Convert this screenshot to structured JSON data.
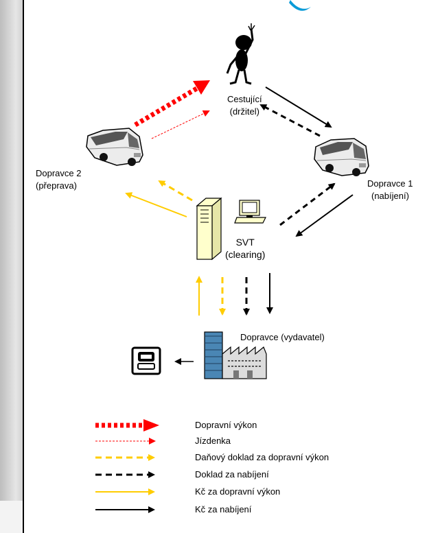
{
  "nodes": {
    "traveler": {
      "line1": "Cestující",
      "line2": "(držitel)"
    },
    "carrier2": {
      "line1": "Dopravce 2",
      "line2": "(přeprava)"
    },
    "carrier1": {
      "line1": "Dopravce 1",
      "line2": "(nabíjení)"
    },
    "svt": {
      "line1": "SVT",
      "line2": "(clearing)"
    },
    "issuer": {
      "label": "Dopravce (vydavatel)"
    }
  },
  "legend": [
    {
      "label": "Dopravní výkon",
      "color": "#ff0000",
      "style": "thick-dotted"
    },
    {
      "label": "Jízdenka",
      "color": "#ff0000",
      "style": "thin-dashed"
    },
    {
      "label": "Daňový doklad za dopravní výkon",
      "color": "#ffcc00",
      "style": "dashed"
    },
    {
      "label": "Doklad za nabíjení",
      "color": "#000000",
      "style": "dashed"
    },
    {
      "label": "Kč za dopravní výkon",
      "color": "#ffcc00",
      "style": "solid"
    },
    {
      "label": "Kč za nabíjení",
      "color": "#000000",
      "style": "solid"
    }
  ],
  "colors": {
    "red": "#ff0000",
    "yellow": "#ffcc00",
    "black": "#000000",
    "serverBeige": "#ffffcc",
    "buildingBlue": "#4a86b4"
  }
}
